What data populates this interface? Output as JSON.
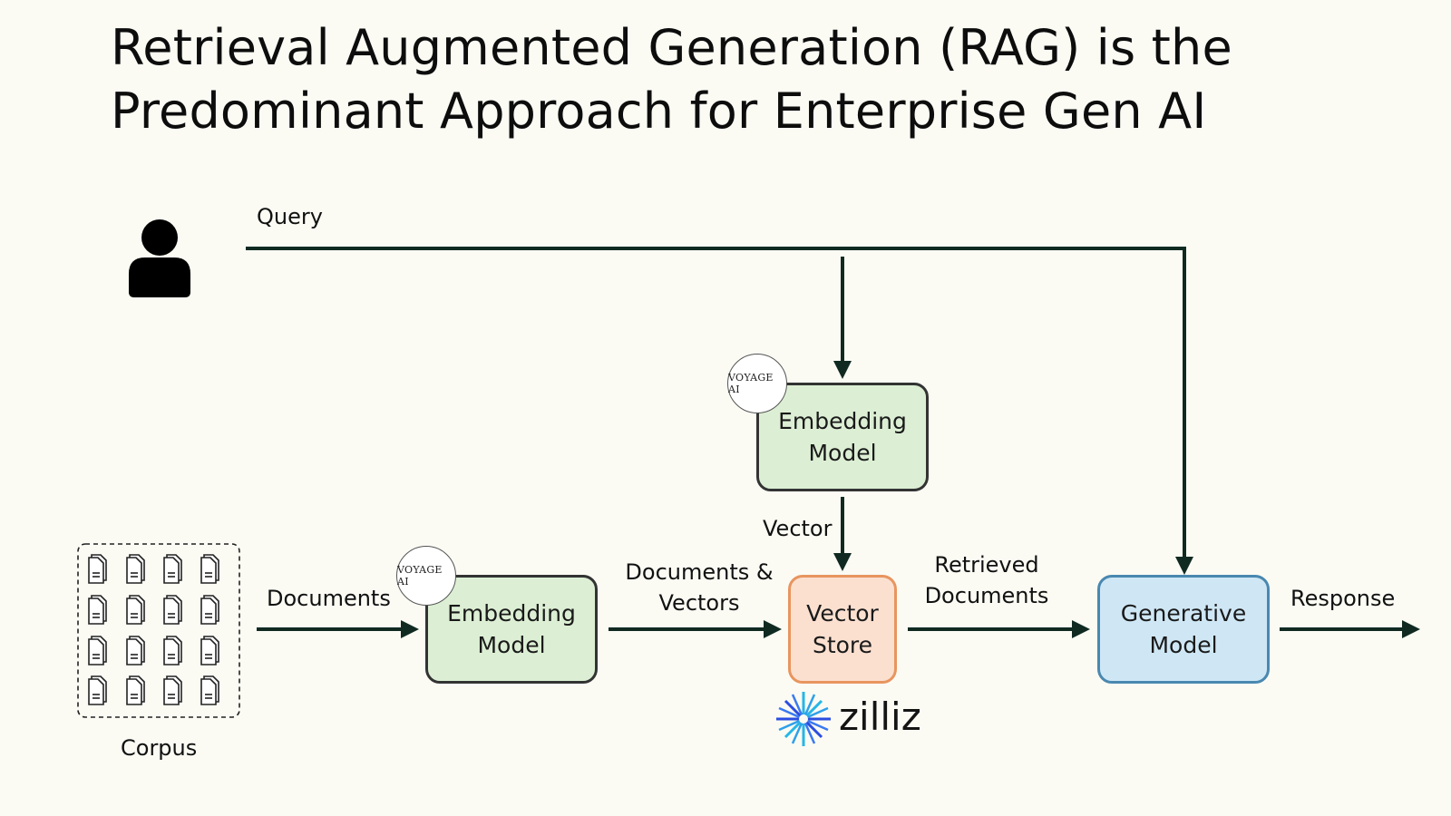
{
  "title": {
    "line1": "Retrieval Augmented Generation (RAG) is the",
    "line2": "Predominant Approach for Enterprise Gen AI"
  },
  "labels": {
    "query": "Query",
    "documents": "Documents",
    "corpus": "Corpus",
    "docs_vectors_1": "Documents &",
    "docs_vectors_2": "Vectors",
    "vector": "Vector",
    "retrieved_1": "Retrieved",
    "retrieved_2": "Documents",
    "response": "Response"
  },
  "boxes": {
    "embedding_query": {
      "line1": "Embedding",
      "line2": "Model"
    },
    "embedding_docs": {
      "line1": "Embedding",
      "line2": "Model"
    },
    "vector_store": {
      "line1": "Vector",
      "line2": "Store"
    },
    "generative": {
      "line1": "Generative",
      "line2": "Model"
    }
  },
  "badges": {
    "voyage_top": "VOYAGE AI",
    "voyage_bottom": "VOYAGE AI"
  },
  "logo": {
    "zilliz": "zilliz"
  },
  "icons": [
    "user-icon",
    "document-icon",
    "zilliz-star-icon"
  ],
  "colors": {
    "embedding_fill": "#dcefd4",
    "vector_store_fill": "#fbe0d0",
    "vector_store_border": "#e8955f",
    "generative_fill": "#cfe7f5",
    "generative_border": "#4a88b0",
    "arrow": "#102a22",
    "zilliz_blue": "#2b4de0",
    "zilliz_cyan": "#27b6e6"
  }
}
